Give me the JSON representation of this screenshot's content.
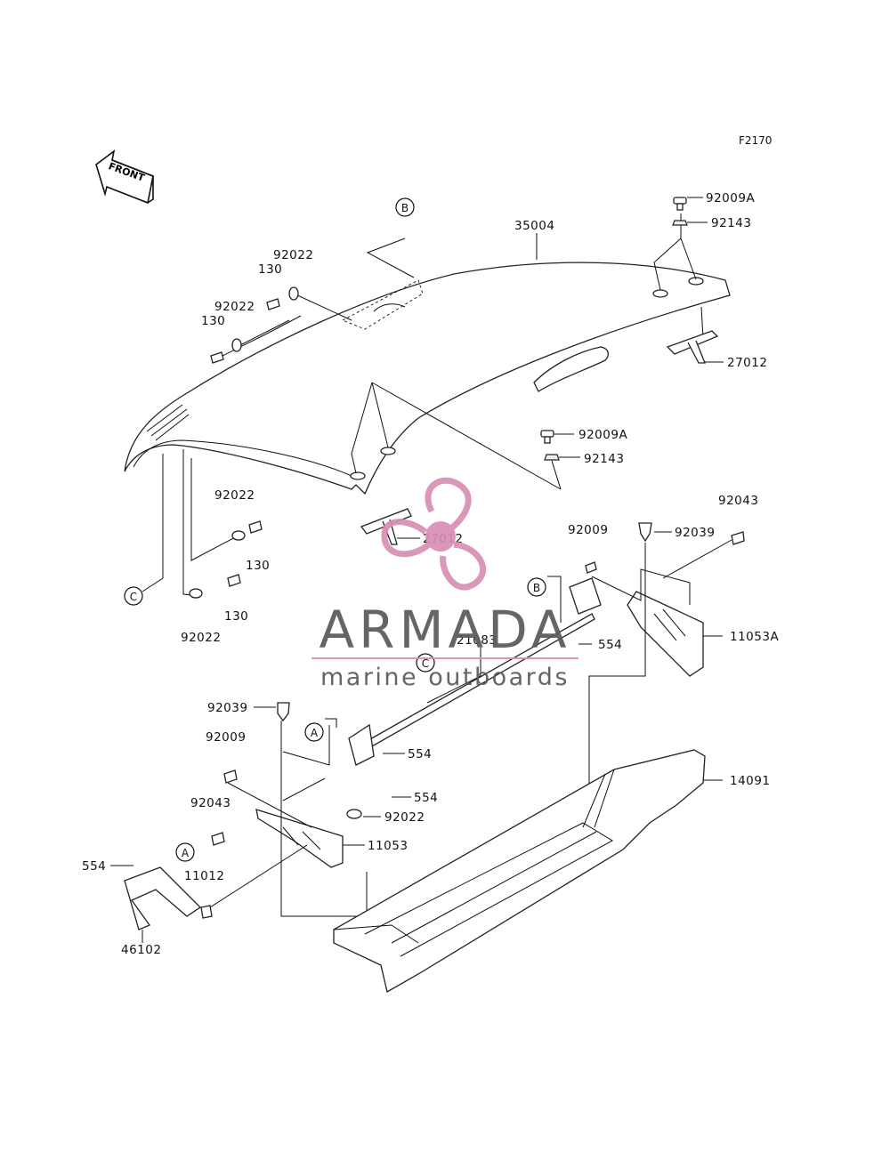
{
  "figure_code": "F2170",
  "front_label": "FRONT",
  "reference_markers": [
    "A",
    "B",
    "C"
  ],
  "part_numbers": {
    "p35004": "35004",
    "p92009a_top": "92009A",
    "p92143_top": "92143",
    "p27012_right": "27012",
    "p92009a_mid": "92009A",
    "p92143_mid": "92143",
    "p27012_left": "27012",
    "p92022_a": "92022",
    "p130_a": "130",
    "p92022_b": "92022",
    "p130_b": "130",
    "p92022_c": "92022",
    "p130_c": "130",
    "p130_d": "130",
    "p92022_d": "92022",
    "p92043_right": "92043",
    "p92009_right": "92009",
    "p92039_right": "92039",
    "p11053a": "11053A",
    "p554_right": "554",
    "p21083": "21083",
    "p92039_left": "92039",
    "p92009_left": "92009",
    "p554_mid": "554",
    "p554_low": "554",
    "p92022_low": "92022",
    "p92043_left": "92043",
    "p11053": "11053",
    "p554_left": "554",
    "p11012": "11012",
    "p46102": "46102",
    "p14091": "14091"
  },
  "watermark": {
    "brand": "ARMADA",
    "tagline": "marine outboards",
    "colors": {
      "logo_pink": "#d98fb4",
      "text_gray": "#595959",
      "line_pink": "#d98fb4"
    }
  }
}
